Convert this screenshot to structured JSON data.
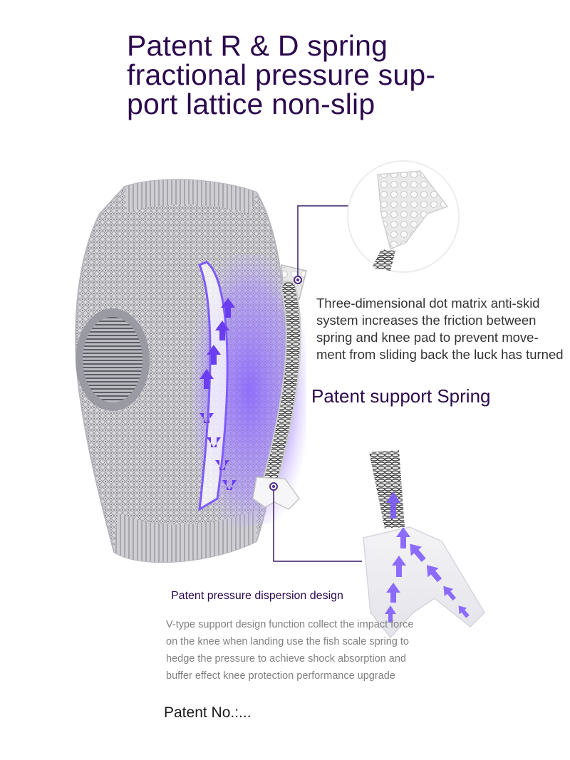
{
  "headline": {
    "lines": [
      "Patent R & D spring",
      "fractional pressure sup-",
      "port lattice non-slip"
    ]
  },
  "anti_skid": {
    "lines": [
      "Three-dimensional dot matrix anti-skid",
      "system increases the friction between",
      "spring and knee pad to prevent move-",
      "ment from sliding back the luck has turned"
    ]
  },
  "spring_title": "Patent support Spring",
  "dispersion": {
    "title": "Patent pressure dispersion design",
    "lines": [
      "V-type support design function collect the impact force",
      "on the knee when landing use the fish scale spring to",
      "hedge the pressure to achieve shock absorption and",
      "buffer effect knee protection performance upgrade"
    ]
  },
  "patent_no": "Patent No.:...",
  "colors": {
    "heading": "#2c0a4e",
    "accent_purple": "#6a3df0",
    "callout_line": "#3a1a6a",
    "knit_grey": "#c9c9cc"
  },
  "icons": [
    "knee-brace-illustration",
    "spring-strip-illustration",
    "dot-matrix-closeup",
    "v-base-closeup",
    "pressure-arrow-icon"
  ]
}
